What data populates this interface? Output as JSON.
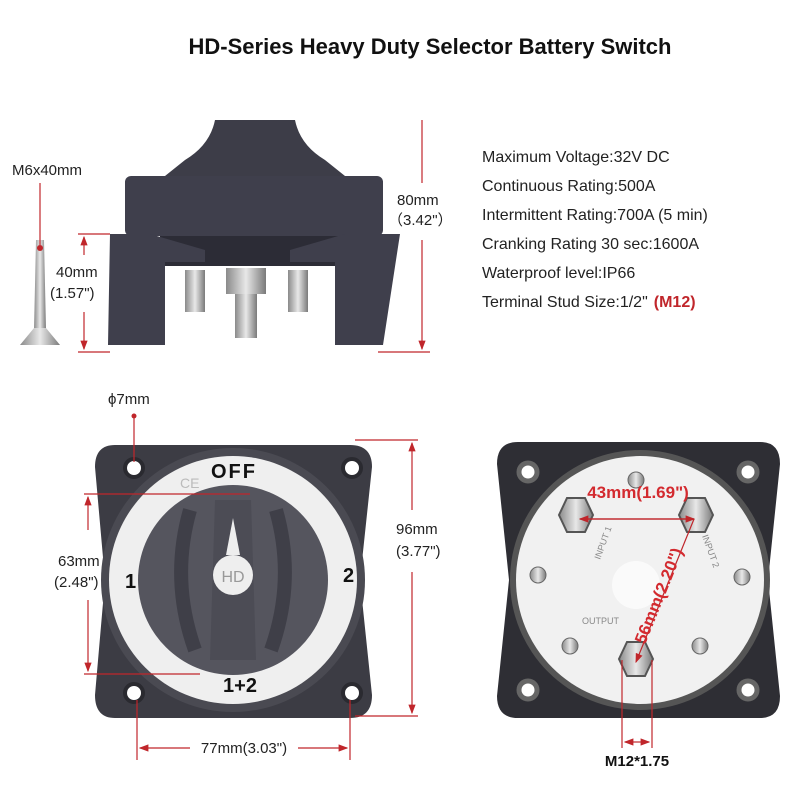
{
  "title": "HD-Series Heavy Duty Selector Battery Switch",
  "specs": [
    "Maximum Voltage:32V DC",
    "Continuous Rating:500A",
    "Intermittent Rating:700A (5 min)",
    "Cranking Rating 30 sec:1600A",
    "Waterproof level:IP66",
    "Terminal Stud Size:1/2\""
  ],
  "spec_highlight": "(M12)",
  "side_view": {
    "screw_label": "M6x40mm",
    "height_total": "80mm",
    "height_total_in": "（3.42\"）",
    "leg_height": "40mm",
    "leg_height_in": "(1.57\")"
  },
  "front_view": {
    "hole_label": "ϕ7mm",
    "height": "96mm",
    "height_in": "(3.77\")",
    "inner": "63mm",
    "inner_in": "(2.48\")",
    "width": "77mm(3.03\")",
    "dial": {
      "off": "OFF",
      "one": "1",
      "two": "2",
      "both": "1+2",
      "knob": "HD",
      "ce": "CE"
    }
  },
  "back_view": {
    "stud_spacing": "43mm(1.69\")",
    "diagonal": "56mm(2.20\")",
    "thread": "M12*1.75",
    "labels": {
      "input1": "INPUT 1",
      "input2": "INPUT 2",
      "output": "OUTPUT"
    }
  },
  "colors": {
    "accent": "#c0262b",
    "housing": "#3f3f4a",
    "face": "#eeeeee"
  }
}
